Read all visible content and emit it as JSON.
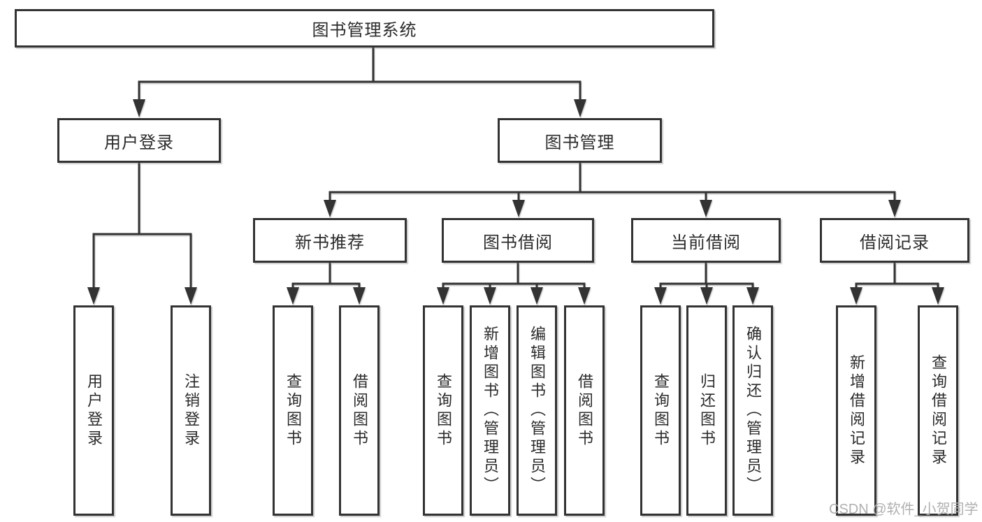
{
  "tree": {
    "root": {
      "label": "图书管理系统",
      "children": [
        {
          "label": "用户登录",
          "children": [
            {
              "label": "用户登录"
            },
            {
              "label": "注销登录"
            }
          ]
        },
        {
          "label": "图书管理",
          "children": [
            {
              "label": "新书推荐",
              "children": [
                {
                  "label": "查询图书"
                },
                {
                  "label": "借阅图书"
                }
              ]
            },
            {
              "label": "图书借阅",
              "children": [
                {
                  "label": "查询图书"
                },
                {
                  "label": "新增图书（管理员）"
                },
                {
                  "label": "编辑图书（管理员）"
                },
                {
                  "label": "借阅图书"
                }
              ]
            },
            {
              "label": "当前借阅",
              "children": [
                {
                  "label": "查询图书"
                },
                {
                  "label": "归还图书"
                },
                {
                  "label": "确认归还（管理员）"
                }
              ]
            },
            {
              "label": "借阅记录",
              "children": [
                {
                  "label": "新增借阅记录"
                },
                {
                  "label": "查询借阅记录"
                }
              ]
            }
          ]
        }
      ]
    }
  },
  "watermark": "CSDN @软件_小贺同学",
  "colors": {
    "line": "#333333",
    "text": "#2b2b2b",
    "box_background": "#ffffff",
    "watermark": "#b0b0b0"
  }
}
